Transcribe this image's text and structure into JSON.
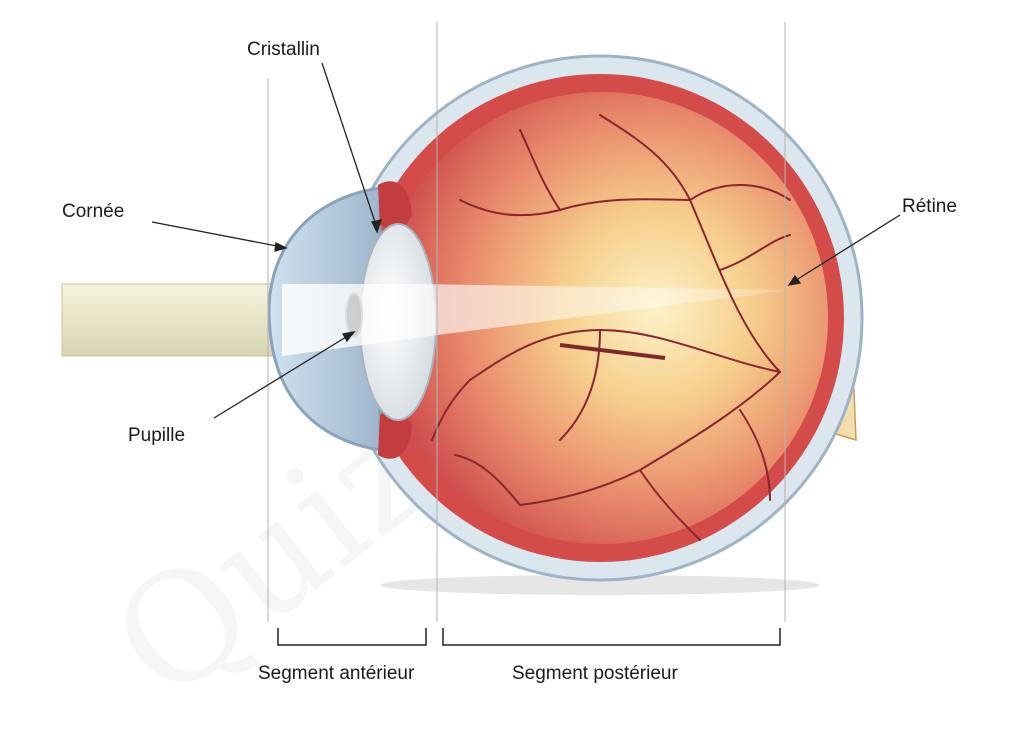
{
  "labels": {
    "cristallin": "Cristallin",
    "cornee": "Cornée",
    "retine": "Rétine",
    "pupille": "Pupille"
  },
  "segments": {
    "anterior": "Segment antérieur",
    "posterior": "Segment postérieur"
  },
  "watermark": "QuizzBox",
  "colors": {
    "sclera": "#c9d9e6",
    "choroid": "#d84a4a",
    "retina_center": "#fbe7b0",
    "retina_edge": "#d35a55",
    "lens": "#eef2f5",
    "vessel": "#8a2630",
    "light_beam": "#e9e6cf",
    "leader_line": "#222222"
  }
}
